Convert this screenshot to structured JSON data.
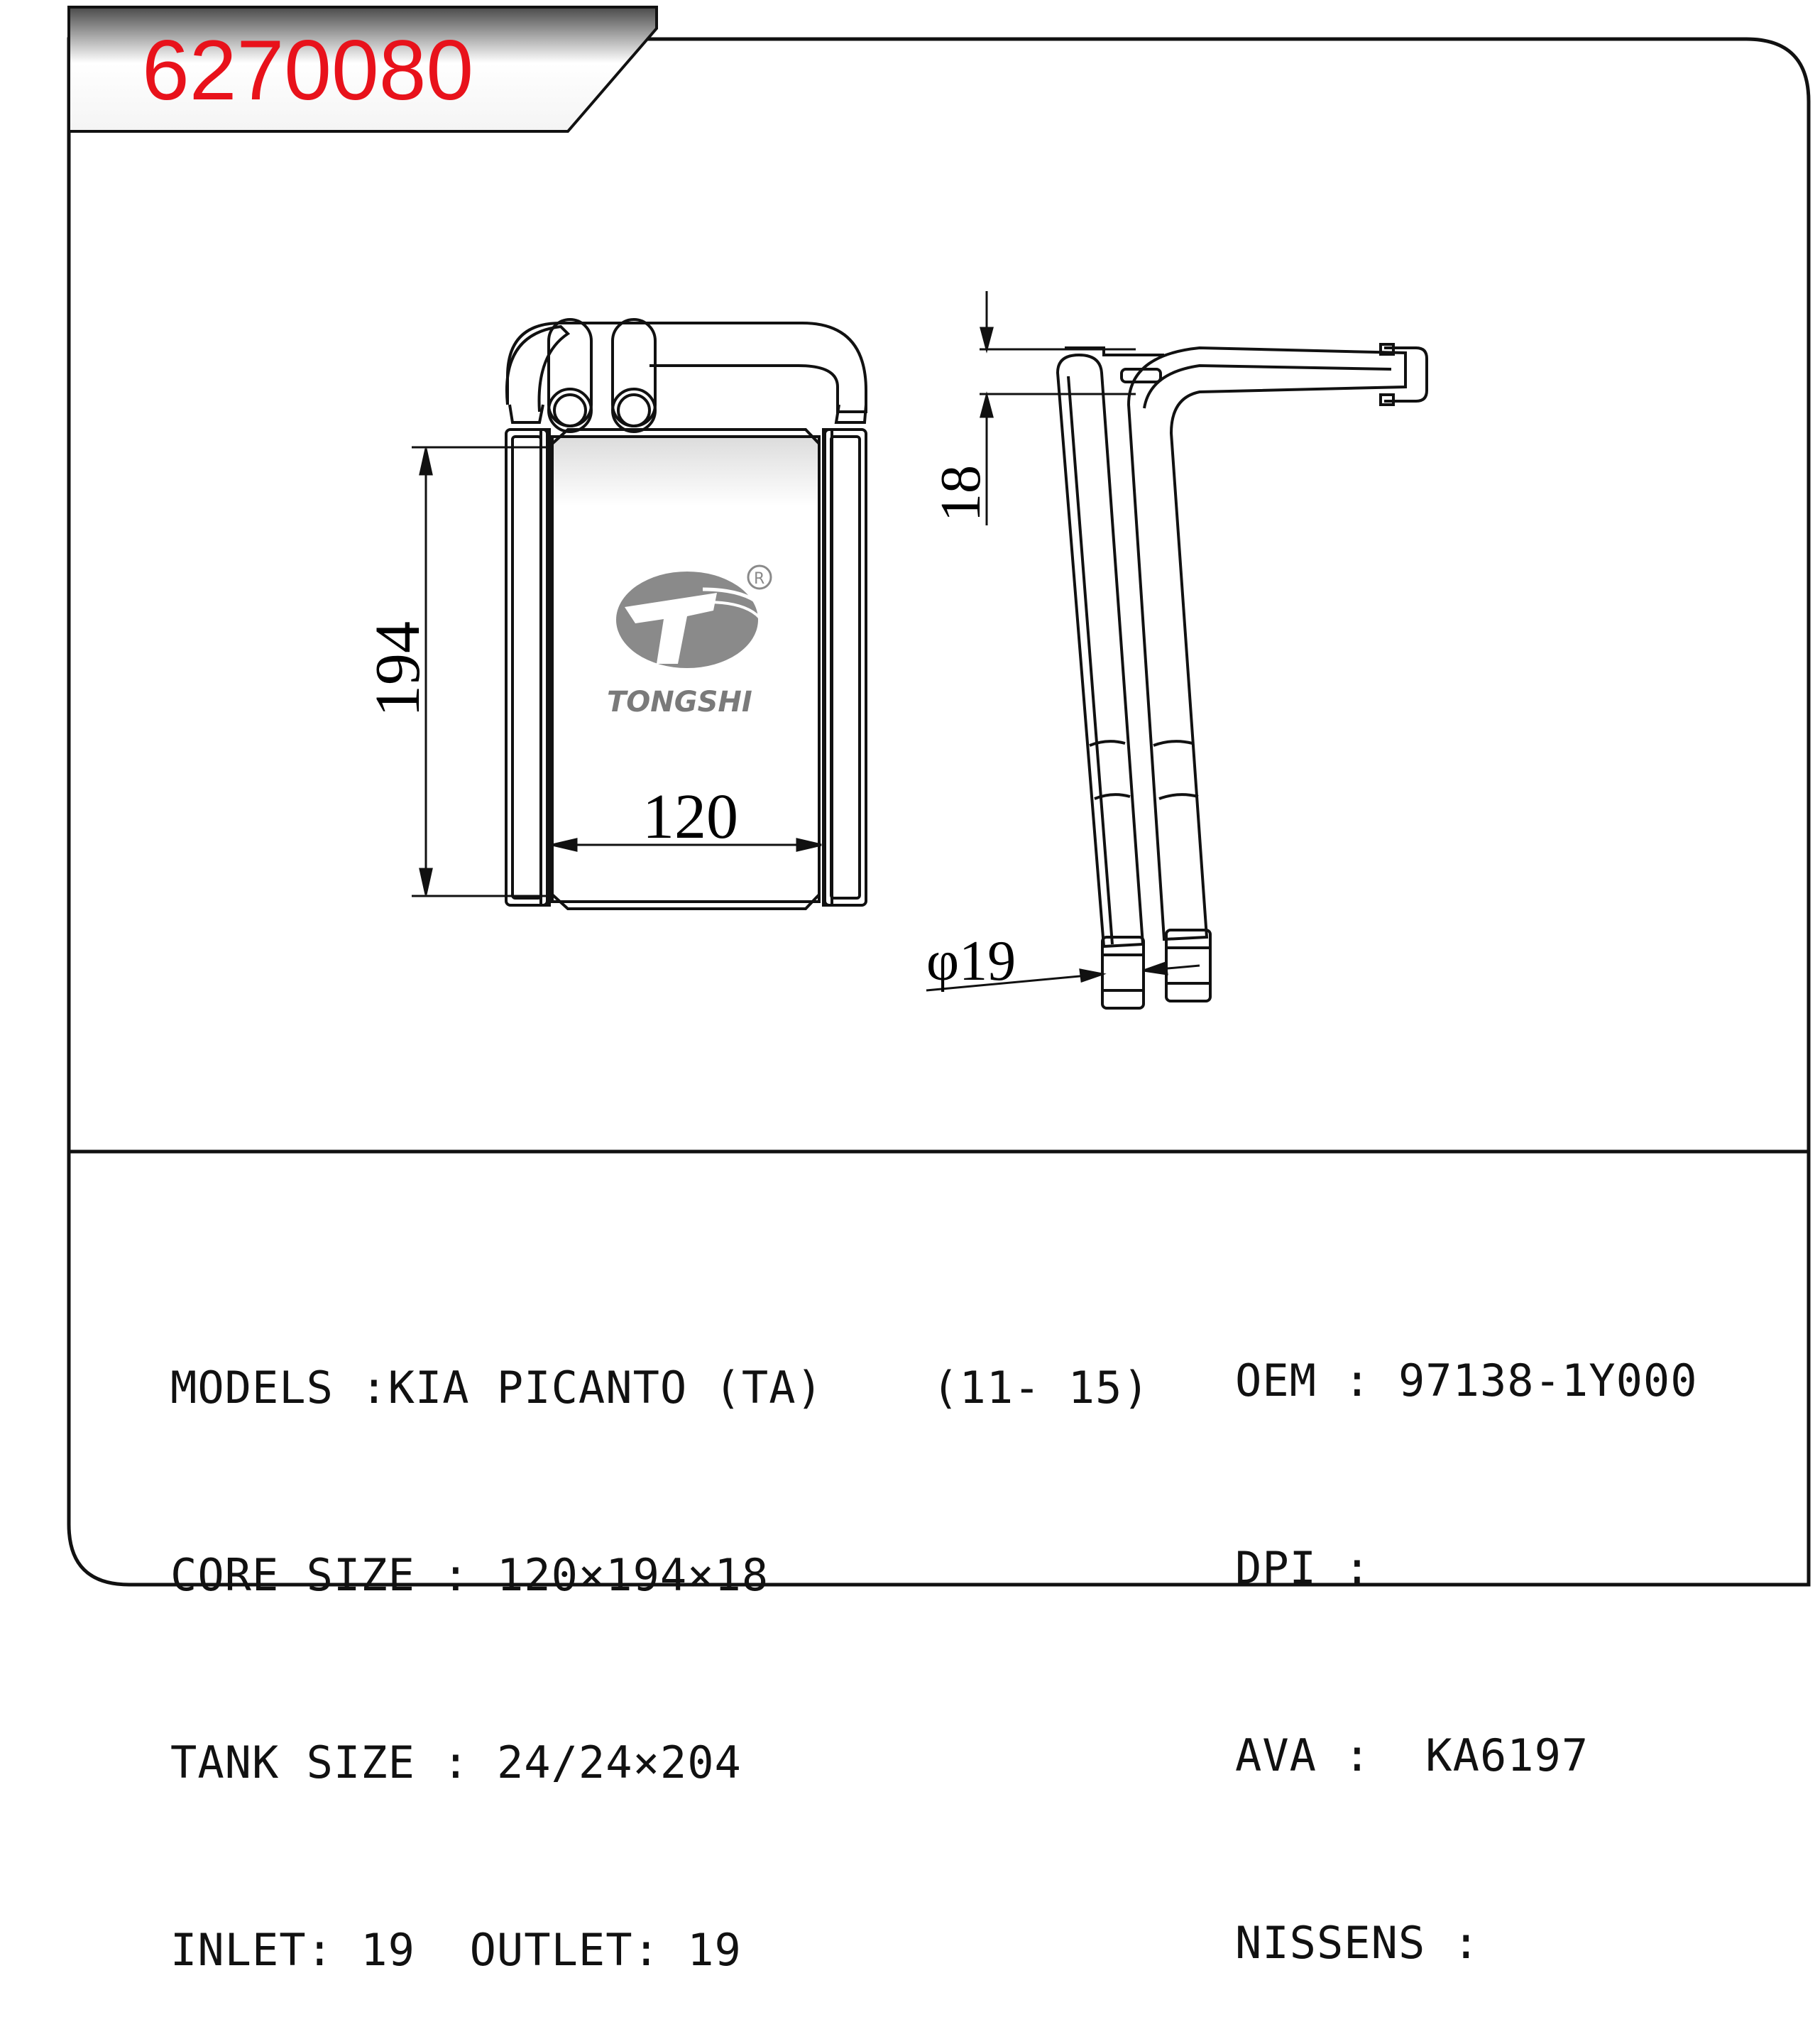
{
  "header": {
    "part_number": "6270080",
    "part_number_color": "#e8121b"
  },
  "drawing": {
    "dimensions": {
      "height": "194",
      "width": "120",
      "thickness": "18",
      "pipe_diameter": "φ19"
    },
    "logo": {
      "brand": "TONGSHI",
      "registered_mark": "R",
      "icon": "tongshi-logo-icon"
    }
  },
  "specs_left": [
    {
      "label": "MODELS :",
      "value": "KIA PICANTO (TA)    (11- 15)"
    },
    {
      "label": "CORE SIZE : ",
      "value": "120×194×18"
    },
    {
      "label": "TANK SIZE : ",
      "value": "24/24×204"
    },
    {
      "label": "INLET: ",
      "value": "19  OUTLET: 19"
    }
  ],
  "specs_right": [
    {
      "label": "OEM : ",
      "value": "97138-1Y000"
    },
    {
      "label": "DPI : ",
      "value": ""
    },
    {
      "label": "AVA :  ",
      "value": "KA6197"
    },
    {
      "label": "NISSENS : ",
      "value": ""
    }
  ]
}
